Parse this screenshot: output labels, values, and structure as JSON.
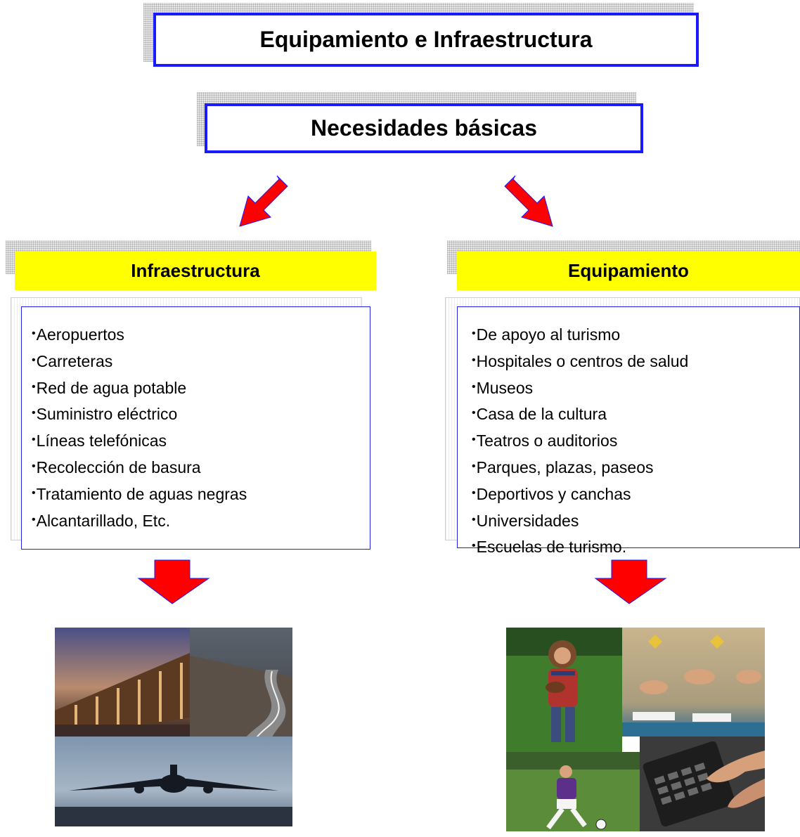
{
  "title": "Equipamiento e Infraestructura",
  "subtitle": "Necesidades básicas",
  "bullet": "•",
  "left": {
    "heading": "Infraestructura",
    "items": [
      "Aeropuertos",
      "Carreteras",
      "Red de agua potable",
      "Suministro eléctrico",
      "Líneas telefónicas",
      "Recolección de basura",
      "Tratamiento de aguas negras",
      "Alcantarillado, Etc."
    ]
  },
  "right": {
    "heading": "Equipamiento",
    "items": [
      "De apoyo al turismo",
      "Hospitales o centros de salud",
      "Museos",
      "Casa de la cultura",
      "Teatros o auditorios",
      "Parques, plazas, paseos",
      "Deportivos y canchas",
      "Universidades",
      "Escuelas de turismo."
    ]
  },
  "colors": {
    "box_border": "#1a1aff",
    "heading_fill": "#ffff00",
    "arrow_fill": "#ff0000",
    "arrow_outline": "#1a1aff"
  }
}
